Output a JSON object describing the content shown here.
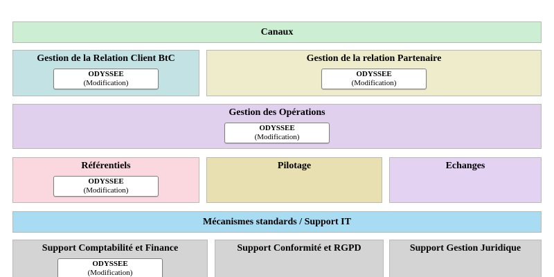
{
  "palette": {
    "canaux_bg": "#ccefd3",
    "client_btc_bg": "#c2e2e4",
    "partenaire_bg": "#eeecca",
    "operations_bg": "#e1cfee",
    "referentiels_bg": "#fbd8e0",
    "pilotage_bg": "#e9e0b2",
    "echanges_bg": "#e4d2f2",
    "support_it_bg": "#a7dcf3",
    "support_gray_bg": "#d4d4d4"
  },
  "blocks": {
    "canaux": {
      "title": "Canaux"
    },
    "client_btc": {
      "title": "Gestion de la Relation Client BtC",
      "app": {
        "name": "ODYSSEE",
        "status": "(Modification)"
      }
    },
    "partenaire": {
      "title": "Gestion de la relation Partenaire",
      "app": {
        "name": "ODYSSEE",
        "status": "(Modification)"
      }
    },
    "operations": {
      "title": "Gestion des Opérations",
      "app": {
        "name": "ODYSSEE",
        "status": "(Modification)"
      }
    },
    "referentiels": {
      "title": "Référentiels",
      "app": {
        "name": "ODYSSEE",
        "status": "(Modification)"
      }
    },
    "pilotage": {
      "title": "Pilotage"
    },
    "echanges": {
      "title": "Echanges"
    },
    "support_it": {
      "title": "Mécanismes standards / Support IT"
    },
    "compta": {
      "title": "Support Comptabilité et Finance",
      "app": {
        "name": "ODYSSEE",
        "status": "(Modification)"
      }
    },
    "conformite": {
      "title": "Support Conformité et RGPD"
    },
    "juridique": {
      "title": "Support Gestion Juridique"
    }
  }
}
